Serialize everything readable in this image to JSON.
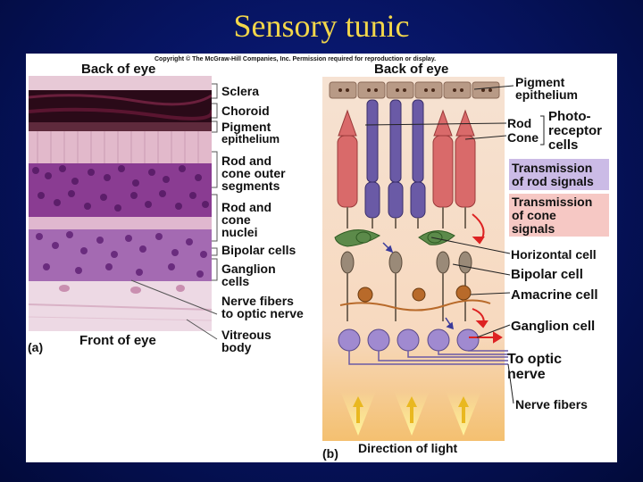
{
  "slide": {
    "title": "Sensory tunic"
  },
  "figure": {
    "copyright": "Copyright © The McGraw-Hill Companies, Inc. Permission required for reproduction or display.",
    "panel_a": {
      "top_label": "Back of eye",
      "bottom_label": "Front of eye",
      "letter": "(a)",
      "layers": [
        {
          "text": "Sclera"
        },
        {
          "text": "Choroid"
        },
        {
          "text": "Pigment",
          "text2": "epithelium"
        },
        {
          "text": "Rod and",
          "text2": "cone outer",
          "text3": "segments"
        },
        {
          "text": "Rod and",
          "text2": "cone",
          "text3": "nuclei"
        },
        {
          "text": "Bipolar cells"
        },
        {
          "text": "Ganglion",
          "text2": "cells"
        },
        {
          "text": "Nerve fibers",
          "text2": "to optic nerve"
        },
        {
          "text": "Vitreous",
          "text2": "body"
        }
      ]
    },
    "panel_b": {
      "top_label": "Back of eye",
      "bottom_label": "Direction of light",
      "letter": "(b)",
      "pigment_label": [
        "Pigment",
        "epithelium"
      ],
      "rod_label": "Rod",
      "cone_label": "Cone",
      "photoreceptor_label": [
        "Photo-",
        "receptor",
        "cells"
      ],
      "transmission_rod": [
        "Transmission",
        "of rod signals"
      ],
      "transmission_cone": [
        "Transmission",
        "of cone",
        "signals"
      ],
      "horizontal_cell": "Horizontal cell",
      "bipolar_cell": "Bipolar cell",
      "amacrine_cell": "Amacrine cell",
      "ganglion_cell": "Ganglion cell",
      "to_optic_nerve": [
        "To optic",
        "nerve"
      ],
      "nerve_fibers": "Nerve fibers"
    },
    "colors": {
      "rod": "#6a5aa6",
      "cone": "#c94c5a",
      "horizontal": "#5c8a4a",
      "bipolar": "#9a8a78",
      "amacrine": "#b86a2a",
      "ganglion": "#a08ad0",
      "rod_box": "#cbbbe6",
      "cone_box": "#f6c8c4"
    }
  }
}
